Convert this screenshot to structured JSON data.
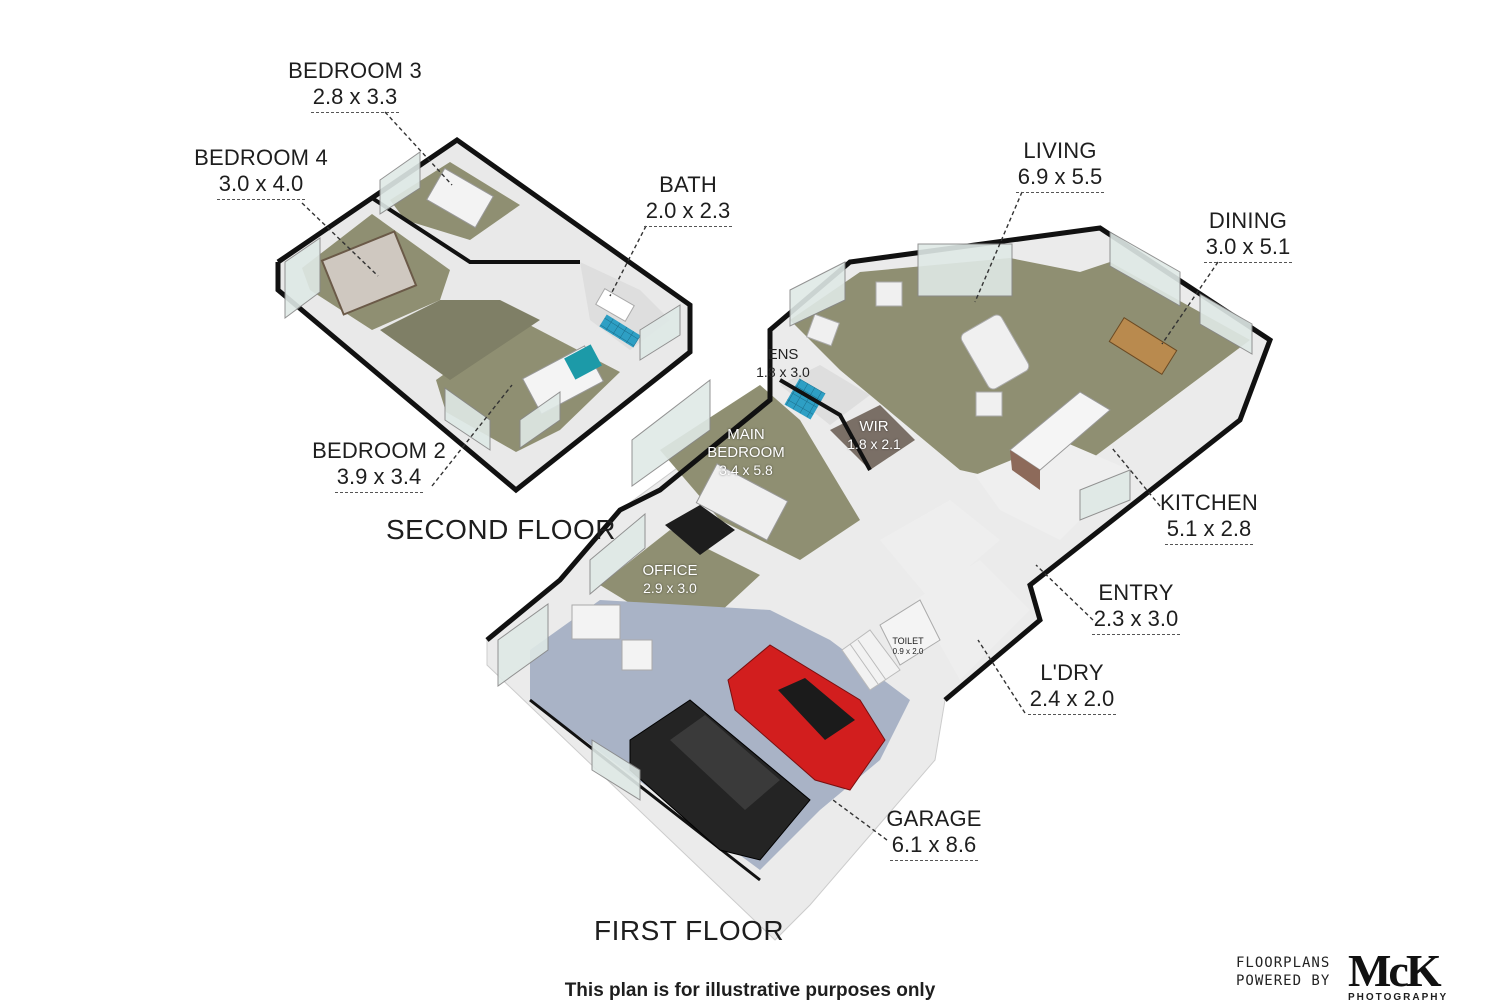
{
  "second_floor": {
    "title": "SECOND FLOOR",
    "rooms": [
      {
        "key": "bedroom3",
        "name": "BEDROOM 3",
        "dim": "2.8 x 3.3"
      },
      {
        "key": "bedroom4",
        "name": "BEDROOM 4",
        "dim": "3.0 x 4.0"
      },
      {
        "key": "bath",
        "name": "BATH",
        "dim": "2.0 x 2.3"
      },
      {
        "key": "bedroom2",
        "name": "BEDROOM 2",
        "dim": "3.9 x 3.4"
      }
    ]
  },
  "first_floor": {
    "title": "FIRST FLOOR",
    "rooms": [
      {
        "key": "living",
        "name": "LIVING",
        "dim": "6.9 x 5.5"
      },
      {
        "key": "dining",
        "name": "DINING",
        "dim": "3.0 x 5.1"
      },
      {
        "key": "kitchen",
        "name": "KITCHEN",
        "dim": "5.1 x 2.8"
      },
      {
        "key": "entry",
        "name": "ENTRY",
        "dim": "2.3 x 3.0"
      },
      {
        "key": "laundry",
        "name": "L'DRY",
        "dim": "2.4 x 2.0"
      },
      {
        "key": "garage",
        "name": "GARAGE",
        "dim": "6.1 x 8.6"
      },
      {
        "key": "ens",
        "name": "ENS",
        "dim": "1.8 x 3.0"
      },
      {
        "key": "wir",
        "name": "WIR",
        "dim": "1.8 x 2.1"
      },
      {
        "key": "main_bedroom",
        "name": "MAIN BEDROOM",
        "dim": "3.4 x 5.8"
      },
      {
        "key": "office",
        "name": "OFFICE",
        "dim": "2.9 x 3.0"
      },
      {
        "key": "toilet",
        "name": "TOILET",
        "dim": "0.9 x 2.0"
      }
    ]
  },
  "footer": {
    "disclaimer": "This plan is for illustrative purposes only",
    "brand_line1": "FLOORPLANS",
    "brand_line2": "POWERED BY",
    "brand_logo": "McK",
    "brand_sub": "PHOTOGRAPHY"
  },
  "colors": {
    "floor": "#8f8f72",
    "garage_floor": "#a9b3c6",
    "wall_top": "#111111",
    "wall_side": "#ececec",
    "car_black": "#2a2a2a",
    "car_red": "#d21e1e"
  }
}
